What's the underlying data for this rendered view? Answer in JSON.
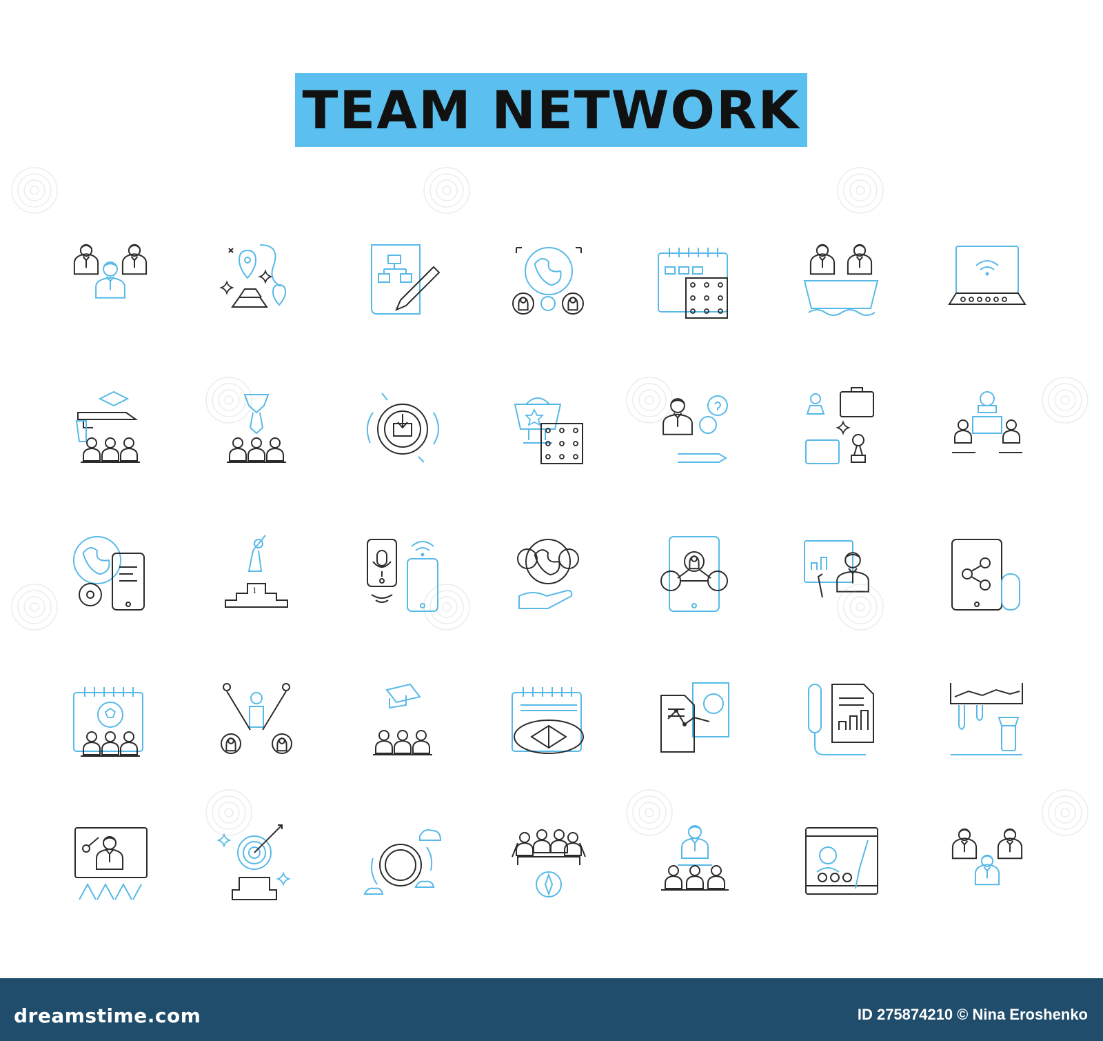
{
  "title": "TEAM NETWORK",
  "colors": {
    "banner": "#5bc0ef",
    "stroke_dark": "#2b2b2b",
    "stroke_blue": "#57b9e8",
    "footer_bg": "#1f4d6b"
  },
  "icons": [
    [
      "team-leaders-icon",
      "map-gold-icon",
      "workflow-pen-icon",
      "globe-people-icon",
      "calendar-tactics-icon",
      "managers-boat-icon",
      "laptop-wifi-icon"
    ],
    [
      "paintball-team-icon",
      "team-hierarchy-icon",
      "download-cycle-icon",
      "trophy-tactics-icon",
      "businessman-chat-icon",
      "briefcase-pawns-icon",
      "chef-team-icon"
    ],
    [
      "globe-phone-icon",
      "winner-podium-icon",
      "voice-phone-icon",
      "global-network-hand-icon",
      "tablet-network-icon",
      "teacher-board-icon",
      "tablet-share-icon"
    ],
    [
      "calendar-football-team-icon",
      "leader-network-icon",
      "graduation-team-icon",
      "calendar-compass-icon",
      "report-chart-icon",
      "document-bar-chart-icon",
      "ice-cave-flashlight-icon"
    ],
    [
      "presentation-growth-icon",
      "target-podium-icon",
      "cloud-cycle-icon",
      "team-compass-icon",
      "team-leader-group-icon",
      "whiteboard-art-icon",
      "business-team-icon"
    ]
  ],
  "footer": {
    "brand": "dreamstime.com",
    "id_text": "ID 275874210 © Nina Eroshenko"
  }
}
